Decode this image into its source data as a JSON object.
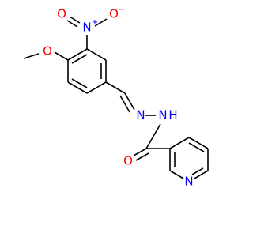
{
  "colors": {
    "bond": "#000000",
    "carbon": "#000000",
    "oxygen": "#ff0000",
    "nitrogen": "#0000ff"
  },
  "atoms": {
    "methoxy_carbon": "",
    "methoxy_oxygen": "O",
    "nitro_nitrogen": "N",
    "nitro_nitrogen_charge": "+",
    "nitro_oxygen_top": "O",
    "nitro_oxygen_top_charge": "−",
    "nitro_oxygen_double": "O",
    "imine_nitrogen": "N",
    "amide_nitrogen": "N",
    "amide_hydrogen": "H",
    "carbonyl_oxygen": "O",
    "pyridine_nitrogen": "N"
  }
}
